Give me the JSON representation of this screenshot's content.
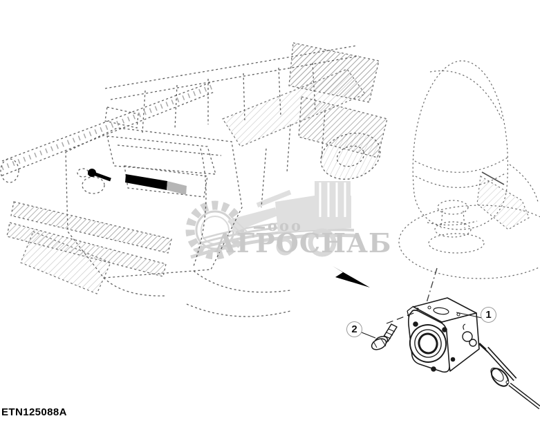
{
  "page": {
    "background": "#ffffff"
  },
  "diagram": {
    "drawing_code": "ETN125088A",
    "callouts": [
      {
        "number": "1"
      },
      {
        "number": "2"
      }
    ],
    "colors": {
      "line_art": "#1a1a1a",
      "machine_sketch": "#333333",
      "highlight_black": "#000000",
      "pointer_gray": "#b5b5b5",
      "callout_ring": "#9a9a9a",
      "watermark_gray": "#c9c9c9"
    }
  },
  "watermark": {
    "org_prefix": "ooo",
    "name": "АГРОСНАБ"
  }
}
